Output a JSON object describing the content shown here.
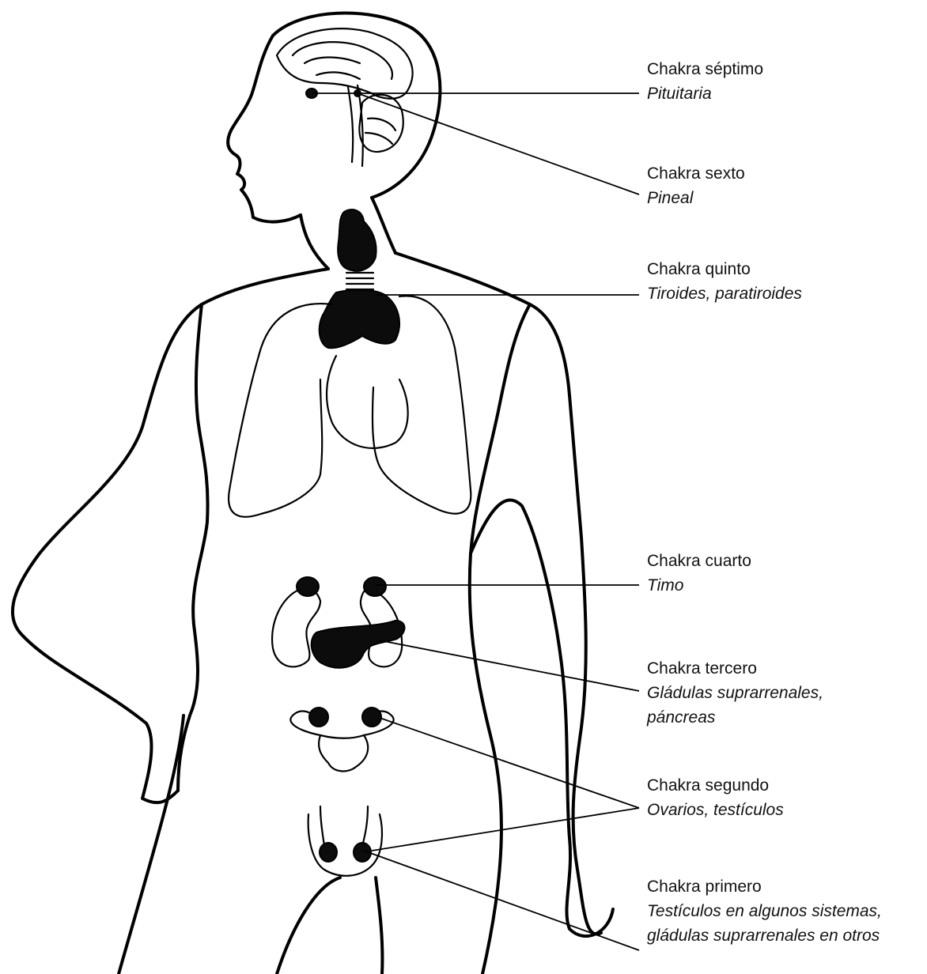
{
  "labels": [
    {
      "id": "seventh",
      "chakra": "Chakra séptimo",
      "gland": "Pituitaria"
    },
    {
      "id": "sixth",
      "chakra": "Chakra sexto",
      "gland": "Pineal"
    },
    {
      "id": "fifth",
      "chakra": "Chakra quinto",
      "gland": "Tiroides, paratiroides"
    },
    {
      "id": "fourth",
      "chakra": "Chakra cuarto",
      "gland": "Timo"
    },
    {
      "id": "third",
      "chakra": "Chakra tercero",
      "gland_lines": [
        "Gládulas suprarrenales,",
        "páncreas"
      ]
    },
    {
      "id": "second",
      "chakra": "Chakra segundo",
      "gland": "Ovarios, testículos"
    },
    {
      "id": "first",
      "chakra": "Chakra primero",
      "gland_lines": [
        "Testículos en algunos sistemas,",
        "gládulas suprarrenales en otros"
      ]
    }
  ]
}
